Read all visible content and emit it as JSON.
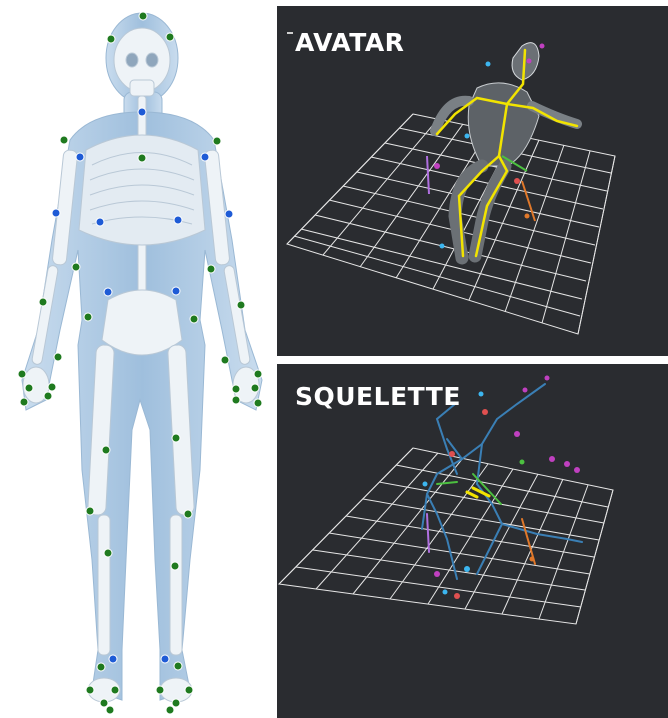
{
  "panels": {
    "avatar_title": "AVATAR",
    "skeleton_title": "SQUELETTE"
  },
  "colors": {
    "panel_bg": "#2a2c30",
    "grid": "#e6e6e6",
    "marker_green": "#1f7a1f",
    "marker_blue": "#1e5bd6",
    "body_fill": "#a9c8e4",
    "bone_fill": "#eef3f7",
    "avatar_highlight": "#f2e400"
  },
  "markers": {
    "blue_count": 12,
    "green_count": 49
  }
}
